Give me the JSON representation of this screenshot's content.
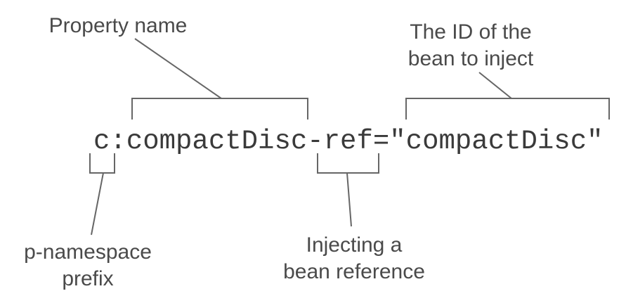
{
  "diagram": {
    "code_line": "c:compactDisc-ref=\"compactDisc\"",
    "annotations": {
      "property_name": {
        "lines": [
          "Property name"
        ],
        "target": "compactDisc"
      },
      "bean_id": {
        "lines": [
          "The ID of the",
          "bean to inject"
        ],
        "target": "\"compactDisc\""
      },
      "namespace_prefix": {
        "lines": [
          "p-namespace",
          "prefix"
        ],
        "target": "c:"
      },
      "bean_reference": {
        "lines": [
          "Injecting a",
          "bean reference"
        ],
        "target": "-ref"
      }
    },
    "colors": {
      "text": "#4a4a4a",
      "code": "#3a3a3a",
      "lines": "#666666"
    }
  }
}
